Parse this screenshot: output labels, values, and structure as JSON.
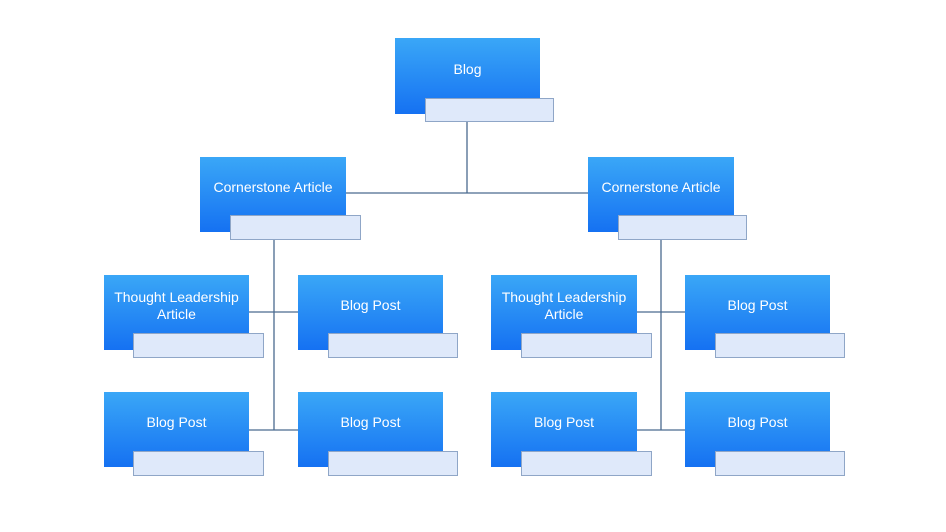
{
  "diagram": {
    "type": "org-chart",
    "colors": {
      "box_fill_top": "#3aa7f7",
      "box_fill_bottom": "#1571f2",
      "label_text": "#ffffff",
      "tab_fill": "#dfe9fa",
      "tab_border": "#8fa6c7",
      "connector": "#4a6a8f"
    },
    "root": {
      "label": "Blog",
      "children": [
        {
          "label": "Cornerstone Article",
          "children": [
            {
              "label": "Thought Leadership Article"
            },
            {
              "label": "Blog Post"
            },
            {
              "label": "Blog Post"
            },
            {
              "label": "Blog Post"
            }
          ]
        },
        {
          "label": "Cornerstone Article",
          "children": [
            {
              "label": "Thought Leadership Article"
            },
            {
              "label": "Blog Post"
            },
            {
              "label": "Blog Post"
            },
            {
              "label": "Blog Post"
            }
          ]
        }
      ]
    }
  }
}
